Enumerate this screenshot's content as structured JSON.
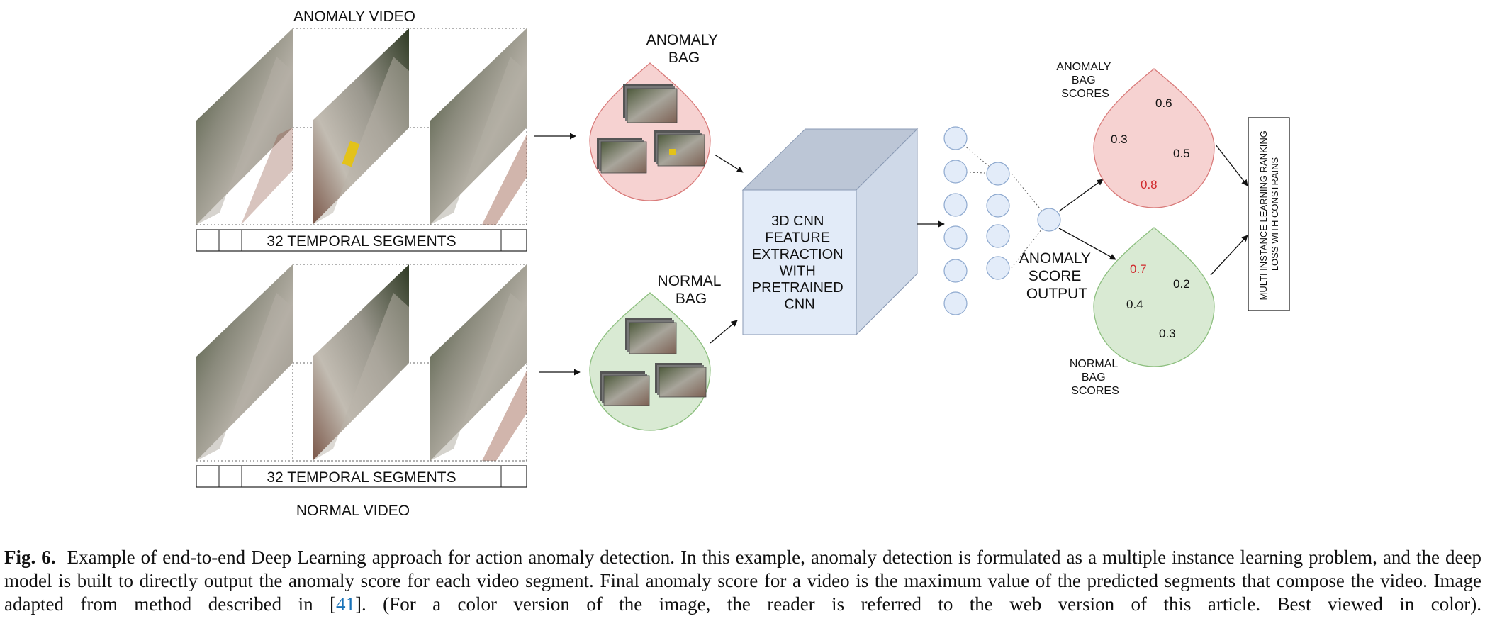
{
  "figure": {
    "anomaly_video_label": "ANOMALY VIDEO",
    "normal_video_label": "NORMAL VIDEO",
    "segments_label_top": "32 TEMPORAL SEGMENTS",
    "segments_label_bottom": "32 TEMPORAL SEGMENTS",
    "anomaly_bag_label": [
      "ANOMALY",
      "BAG"
    ],
    "normal_bag_label": [
      "NORMAL",
      "BAG"
    ],
    "cnn_label": [
      "3D CNN",
      "FEATURE",
      "EXTRACTION",
      "WITH",
      "PRETRAINED",
      "CNN"
    ],
    "score_output_label": [
      "ANOMALY",
      "SCORE",
      "OUTPUT"
    ],
    "anomaly_scores_title": [
      "ANOMALY",
      "BAG",
      "SCORES"
    ],
    "normal_scores_title": [
      "NORMAL",
      "BAG",
      "SCORES"
    ],
    "anomaly_scores": [
      {
        "value": "0.6",
        "highlight": false
      },
      {
        "value": "0.3",
        "highlight": false
      },
      {
        "value": "0.5",
        "highlight": false
      },
      {
        "value": "0.8",
        "highlight": true
      }
    ],
    "normal_scores": [
      {
        "value": "0.7",
        "highlight": true
      },
      {
        "value": "0.2",
        "highlight": false
      },
      {
        "value": "0.4",
        "highlight": false
      },
      {
        "value": "0.3",
        "highlight": false
      }
    ],
    "loss_label": [
      "MULTI INSTANCE LEARNING RANKING",
      "LOSS WITH CONSTRAINS"
    ],
    "colors": {
      "anomaly_fill": "#f6d2d1",
      "anomaly_stroke": "#d97b7a",
      "normal_fill": "#d9ead3",
      "normal_stroke": "#8dbf7f",
      "cnn_front": "#e2ebf8",
      "cnn_side": "#cfd9e8",
      "cnn_top": "#bcc6d6",
      "neuron_fill": "#e3ecf9",
      "neuron_stroke": "#8ea9cf",
      "highlight": "#d0282b"
    }
  },
  "caption": {
    "lead": "Fig. 6.",
    "text_before_cite": "Example of end-to-end Deep Learning approach for action anomaly detection. In this example, anomaly detection is formulated as a multiple instance learning problem, and the deep model is built to directly output the anomaly score for each video segment. Final anomaly score for a video is the maximum value of the predicted segments that compose the video. Image adapted from method described in [",
    "cite": "41",
    "text_after_cite": "]. (For a color version of the image, the reader is referred to the web version of this article. Best viewed in color)."
  }
}
